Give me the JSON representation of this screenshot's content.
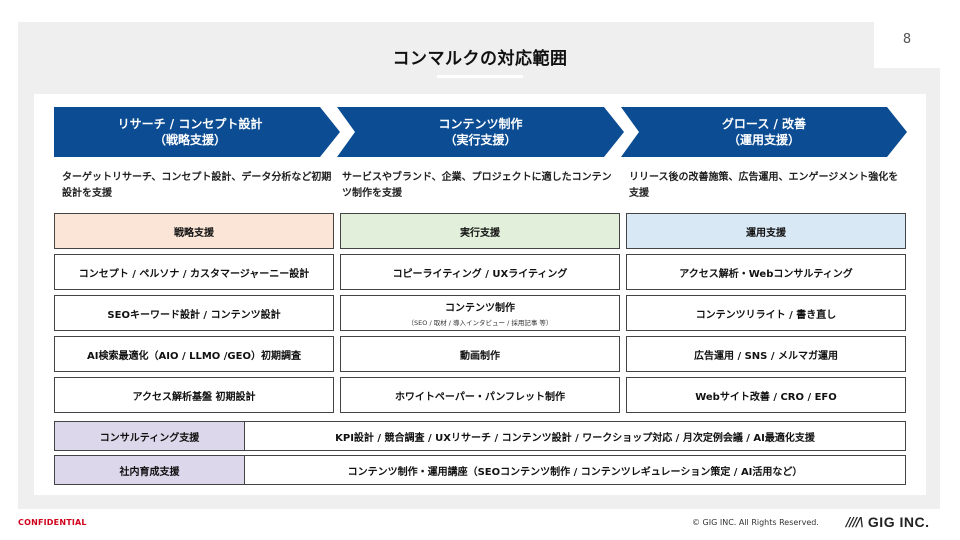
{
  "page_number": "8",
  "title": "コンマルクの対応範囲",
  "colors": {
    "arrow": "#0b4c93",
    "strategy": "#fbe5d6",
    "execution": "#e2efda",
    "operation": "#d9e8f5",
    "support": "#dcd7ea",
    "confidential": "#d0021b"
  },
  "phases": [
    {
      "line1": "リサーチ / コンセプト設計",
      "line2": "（戦略支援）",
      "description": "ターゲットリサーチ、コンセプト設計、データ分析など初期設計を支援"
    },
    {
      "line1": "コンテンツ制作",
      "line2": "（実行支援）",
      "description": "サービスやブランド、企業、プロジェクトに適したコンテンツ制作を支援"
    },
    {
      "line1": "グロース / 改善",
      "line2": "（運用支援）",
      "description": "リリース後の改善施策、広告運用、エンゲージメント強化を支援"
    }
  ],
  "columns": [
    {
      "header": "戦略支援",
      "items": [
        {
          "label": "コンセプト / ペルソナ / カスタマージャーニー設計"
        },
        {
          "label": "SEOキーワード設計 / コンテンツ設計"
        },
        {
          "label": "AI検索最適化（AIO / LLMO /GEO）初期調査"
        },
        {
          "label": "アクセス解析基盤 初期設計"
        }
      ]
    },
    {
      "header": "実行支援",
      "items": [
        {
          "label": "コピーライティング / UXライティング"
        },
        {
          "label": "コンテンツ制作",
          "sub": "（SEO / 取材 / 導入インタビュー / 採用記事 等）"
        },
        {
          "label": "動画制作"
        },
        {
          "label": "ホワイトペーパー・パンフレット制作"
        }
      ]
    },
    {
      "header": "運用支援",
      "items": [
        {
          "label": "アクセス解析・Webコンサルティング"
        },
        {
          "label": "コンテンツリライト / 書き直し"
        },
        {
          "label": "広告運用 / SNS / メルマガ運用"
        },
        {
          "label": "Webサイト改善 / CRO / EFO"
        }
      ]
    }
  ],
  "support_rows": [
    {
      "label": "コンサルティング支援",
      "content": "KPI設計 / 競合調査 / UXリサーチ / コンテンツ設計 / ワークショップ対応 / 月次定例会議 / AI最適化支援"
    },
    {
      "label": "社内育成支援",
      "content": "コンテンツ制作・運用講座（SEOコンテンツ制作 / コンテンツレギュレーション策定 / AI活用など）"
    }
  ],
  "footer": {
    "confidential": "CONFIDENTIAL",
    "copyright": "© GIG INC. All Rights Reserved.",
    "logo_mark": "////\\",
    "logo_text": "GIG INC."
  }
}
